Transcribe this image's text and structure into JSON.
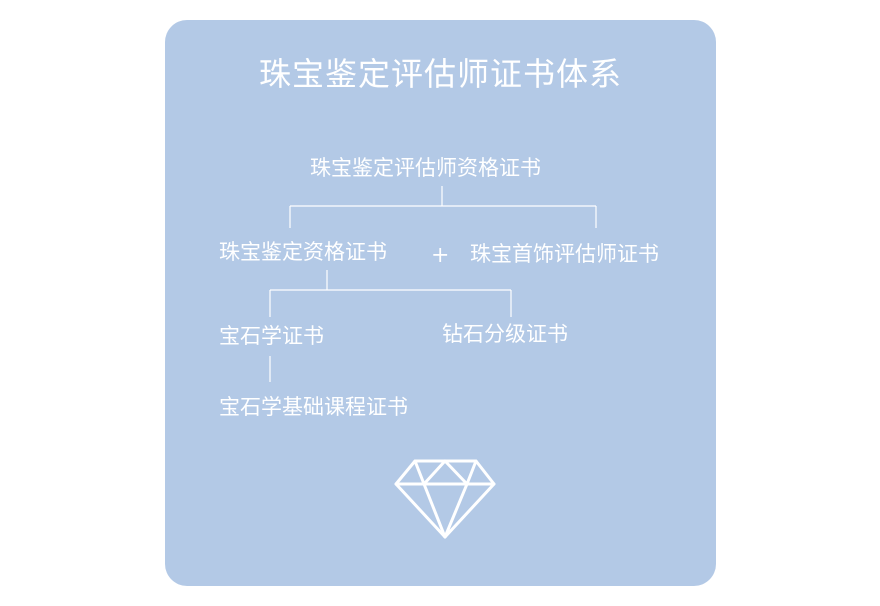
{
  "title": "珠宝鉴定评估师证书体系",
  "root": "珠宝鉴定评估师资格证书",
  "level1": {
    "left": "珠宝鉴定资格证书",
    "plus": "+",
    "right": "珠宝首饰评估师证书"
  },
  "level2": {
    "left": "宝石学证书",
    "right": "钻石分级证书"
  },
  "level3": {
    "left": "宝石学基础课程证书"
  },
  "icon": "diamond-icon",
  "colors": {
    "card_background": "#b3c9e6",
    "text": "#ffffff",
    "lines": "#ffffff"
  }
}
